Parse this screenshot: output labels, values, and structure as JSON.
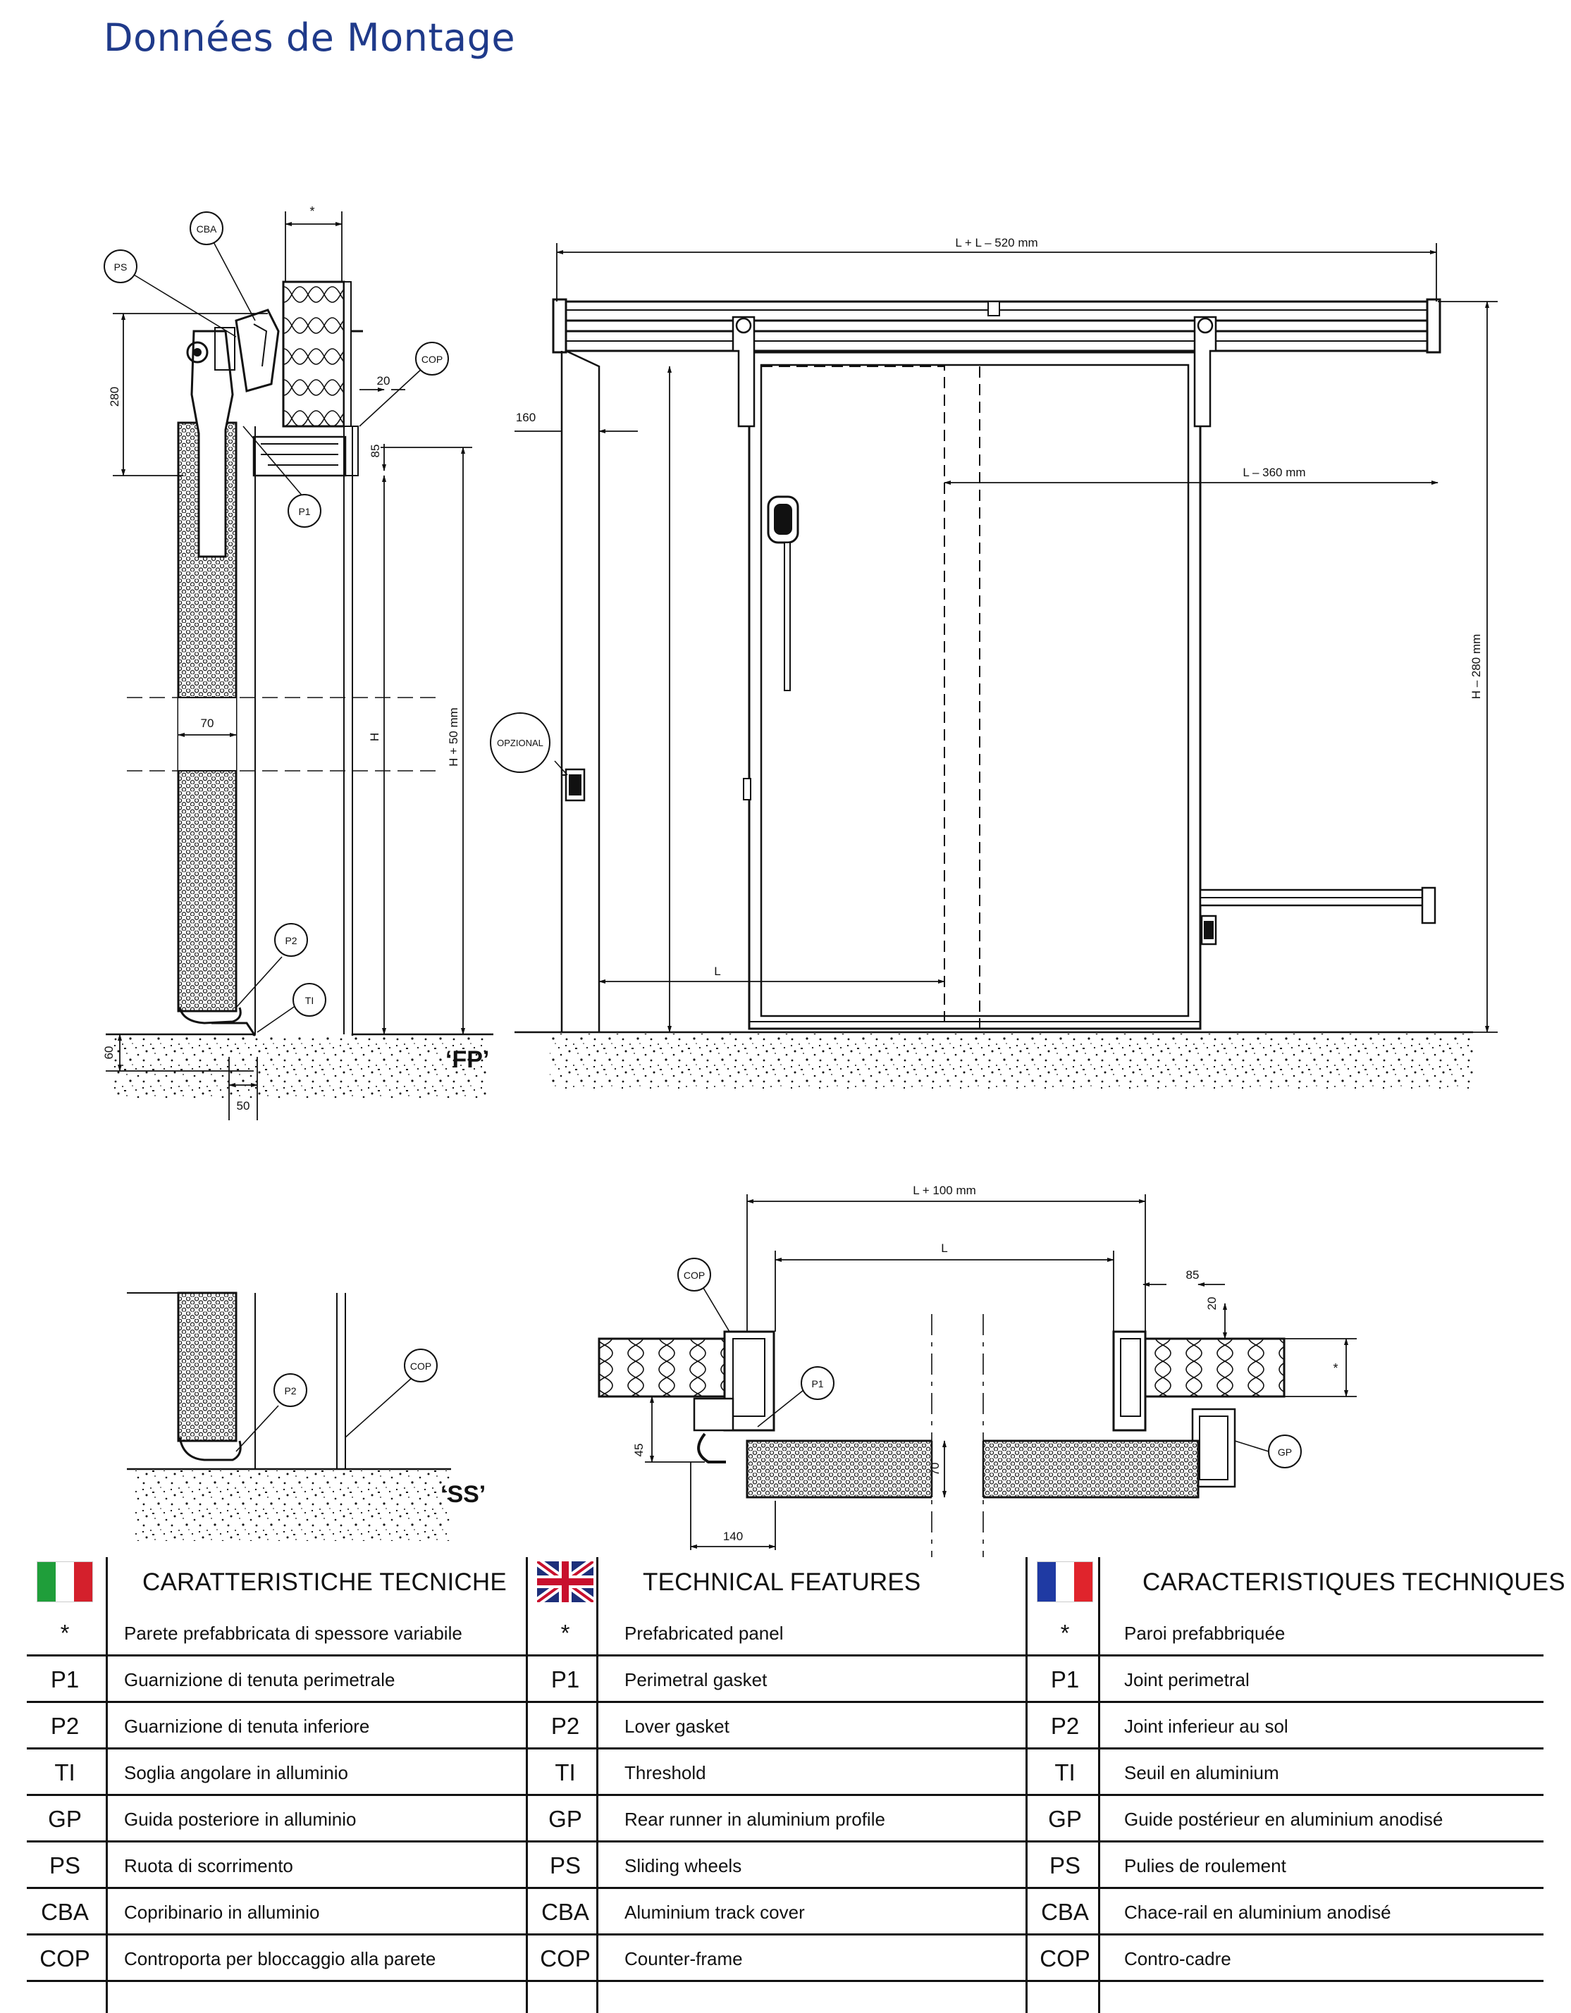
{
  "page_title": "Données de Montage",
  "drawing": {
    "callouts": {
      "cba": "CBA",
      "ps": "PS",
      "cop": "COP",
      "p1": "P1",
      "p2": "P2",
      "ti": "TI",
      "gp": "GP",
      "opzional": "OPZIONAL"
    },
    "dimensions": {
      "star": "*",
      "d280": "280",
      "d20": "20",
      "d85": "85",
      "d70": "70",
      "h": "H",
      "h_plus_50": "H + 50 mm",
      "d60": "60",
      "d50": "50",
      "l_plus_l_520": "L + L – 520 mm",
      "d160": "160",
      "l_360": "L – 360 mm",
      "h_280": "H – 280 mm",
      "l": "L",
      "l_plus_100": "L + 100 mm",
      "d45": "45",
      "d140": "140"
    },
    "section_labels": {
      "fp": "‘FP’",
      "ss": "‘SS’"
    }
  },
  "legend": {
    "columns": [
      {
        "flag": "italy-flag",
        "heading": "CARATTERISTICHE TECNICHE",
        "rows": [
          {
            "code": "*",
            "desc": "Parete prefabbricata di spessore variabile"
          },
          {
            "code": "P1",
            "desc": "Guarnizione di tenuta perimetrale"
          },
          {
            "code": "P2",
            "desc": "Guarnizione di tenuta inferiore"
          },
          {
            "code": "TI",
            "desc": "Soglia angolare in alluminio"
          },
          {
            "code": "GP",
            "desc": "Guida posteriore in alluminio"
          },
          {
            "code": "PS",
            "desc": "Ruota di scorrimento"
          },
          {
            "code": "CBA",
            "desc": "Copribinario in alluminio"
          },
          {
            "code": "COP",
            "desc": "Controporta per bloccaggio alla parete"
          }
        ]
      },
      {
        "flag": "uk-flag",
        "heading": "TECHNICAL FEATURES",
        "rows": [
          {
            "code": "*",
            "desc": "Prefabricated panel"
          },
          {
            "code": "P1",
            "desc": "Perimetral gasket"
          },
          {
            "code": "P2",
            "desc": "Lover gasket"
          },
          {
            "code": "TI",
            "desc": "Threshold"
          },
          {
            "code": "GP",
            "desc": "Rear runner in aluminium profile"
          },
          {
            "code": "PS",
            "desc": "Sliding wheels"
          },
          {
            "code": "CBA",
            "desc": "Aluminium track cover"
          },
          {
            "code": "COP",
            "desc": "Counter-frame"
          }
        ]
      },
      {
        "flag": "france-flag",
        "heading": "CARACTERISTIQUES TECHNIQUES",
        "rows": [
          {
            "code": "*",
            "desc": "Paroi prefabbriquée"
          },
          {
            "code": "P1",
            "desc": "Joint perimetral"
          },
          {
            "code": "P2",
            "desc": "Joint inferieur au sol"
          },
          {
            "code": "TI",
            "desc": "Seuil en aluminium"
          },
          {
            "code": "GP",
            "desc": "Guide postérieur en aluminium anodisé"
          },
          {
            "code": "PS",
            "desc": "Pulies de roulement"
          },
          {
            "code": "CBA",
            "desc": "Chace-rail en aluminium anodisé"
          },
          {
            "code": "COP",
            "desc": "Contro-cadre"
          }
        ]
      }
    ]
  }
}
